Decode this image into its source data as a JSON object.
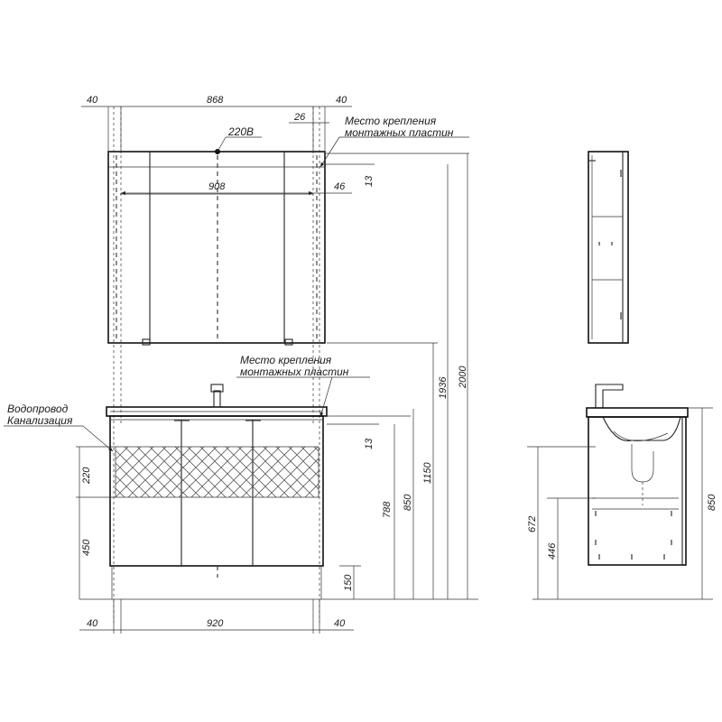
{
  "front_top": {
    "dim_left_gap": "40",
    "dim_width": "868",
    "dim_right_gap": "40",
    "dim_plate_offset": "26",
    "label_power": "220В",
    "dim_inner_width": "908",
    "dim_side_offset": "46",
    "dim_top_offset": "13",
    "note_mounting_line1": "Место крепления",
    "note_mounting_line2": "монтажных пластин"
  },
  "front_vanity": {
    "note_mounting_line1": "Место крепления",
    "note_mounting_line2": "монтажных пластин",
    "note_water": "Водопровод",
    "note_sewer": "Канализация",
    "dim_top_offset": "13",
    "dim_hatch_height": "220",
    "dim_pipe_height": "450",
    "dim_788": "788",
    "dim_850": "850",
    "dim_1150": "1150",
    "dim_1936": "1936",
    "dim_2000": "2000",
    "dim_leg": "150",
    "dim_bottom_left": "40",
    "dim_bottom_width": "920",
    "dim_bottom_right": "40"
  },
  "side_view": {
    "dim_672": "672",
    "dim_446": "446",
    "dim_850": "850"
  }
}
